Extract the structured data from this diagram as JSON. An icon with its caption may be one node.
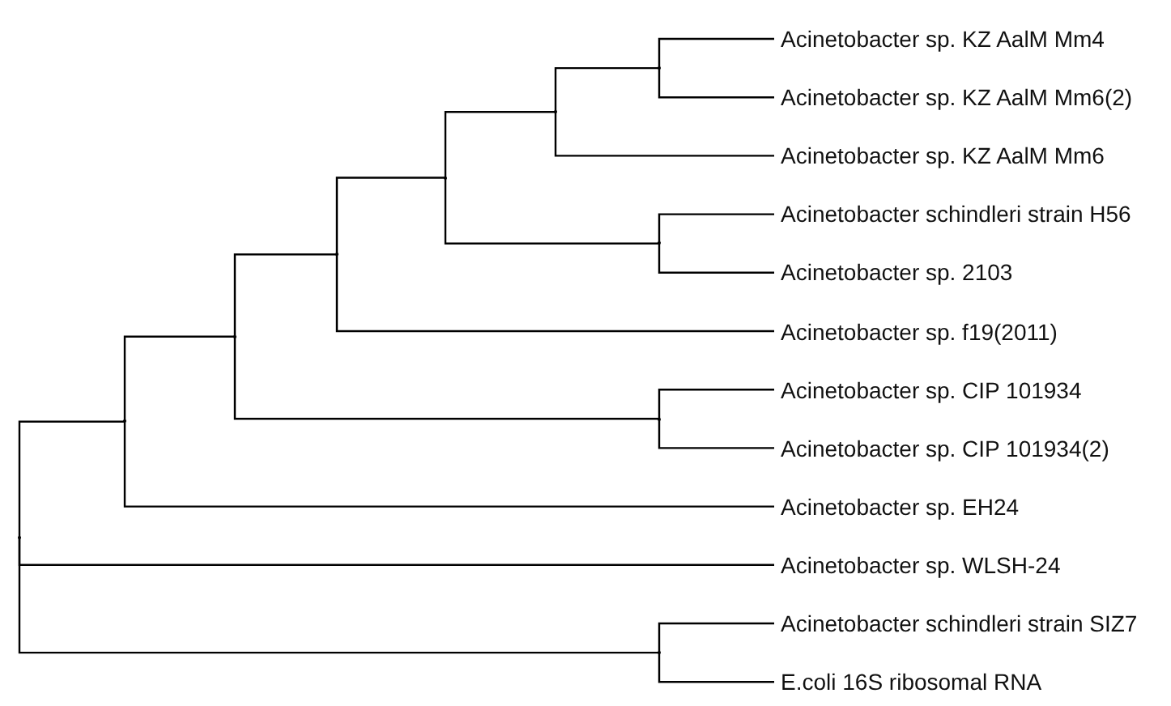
{
  "diagram": {
    "nodes": [
      {
        "text": [
          "Acinetobacter sp. KZ AalM Mm4"
        ]
      },
      {
        "text": [
          "Acinetobacter sp. KZ AalM Mm6(2)"
        ]
      },
      {
        "text": [
          "Acinetobacter sp. KZ AalM Mm6"
        ]
      },
      {
        "text": [
          "Acinetobacter schindleri strain H56"
        ]
      },
      {
        "text": [
          "Acinetobacter sp. 2103"
        ]
      },
      {
        "text": [
          "Acinetobacter sp. f19(2011)"
        ]
      },
      {
        "text": [
          "Acinetobacter sp. CIP 101934"
        ]
      },
      {
        "text": [
          "Acinetobacter sp. CIP 101934(2)"
        ]
      },
      {
        "text": [
          "Acinetobacter sp. EH24"
        ]
      },
      {
        "text": [
          "Acinetobacter sp. WLSH-24"
        ]
      },
      {
        "text": [
          "Acinetobacter schindleri strain SIZ7"
        ]
      },
      {
        "text": [
          "E.coli 16S ribosomal RNA"
        ]
      },
      {
        "text": [],
        "shape": "point"
      },
      {
        "text": [],
        "shape": "point"
      },
      {
        "text": [],
        "shape": "point"
      },
      {
        "text": [],
        "shape": "point"
      },
      {
        "text": [],
        "shape": "point"
      },
      {
        "text": [],
        "shape": "point"
      },
      {
        "text": [],
        "shape": "point"
      },
      {
        "text": [],
        "shape": "point"
      },
      {
        "text": [],
        "shape": "point"
      },
      {
        "text": [],
        "shape": "point"
      }
    ],
    "edges": [
      {
        "from": 12,
        "to": 0,
        "arrow": "none"
      },
      {
        "from": 12,
        "to": 1,
        "arrow": "none"
      },
      {
        "from": 13,
        "to": 12,
        "arrow": "none"
      },
      {
        "from": 13,
        "to": 2,
        "arrow": "none"
      },
      {
        "from": 14,
        "to": 3,
        "arrow": "none"
      },
      {
        "from": 14,
        "to": 4,
        "arrow": "none"
      },
      {
        "from": 15,
        "to": 13,
        "arrow": "none"
      },
      {
        "from": 15,
        "to": 14,
        "arrow": "none"
      },
      {
        "from": 16,
        "to": 15,
        "arrow": "none"
      },
      {
        "from": 16,
        "to": 5,
        "arrow": "none"
      },
      {
        "from": 17,
        "to": 6,
        "arrow": "none"
      },
      {
        "from": 17,
        "to": 7,
        "arrow": "none"
      },
      {
        "from": 18,
        "to": 16,
        "arrow": "none"
      },
      {
        "from": 18,
        "to": 17,
        "arrow": "none"
      },
      {
        "from": 19,
        "to": 18,
        "arrow": "none"
      },
      {
        "from": 19,
        "to": 8,
        "arrow": "none"
      },
      {
        "from": 20,
        "to": 10,
        "arrow": "none"
      },
      {
        "from": 20,
        "to": 11,
        "arrow": "none"
      },
      {
        "from": 21,
        "to": 19,
        "arrow": "none"
      },
      {
        "from": 21,
        "to": 9,
        "arrow": "none"
      },
      {
        "from": 21,
        "to": 20,
        "arrow": "none"
      }
    ]
  }
}
